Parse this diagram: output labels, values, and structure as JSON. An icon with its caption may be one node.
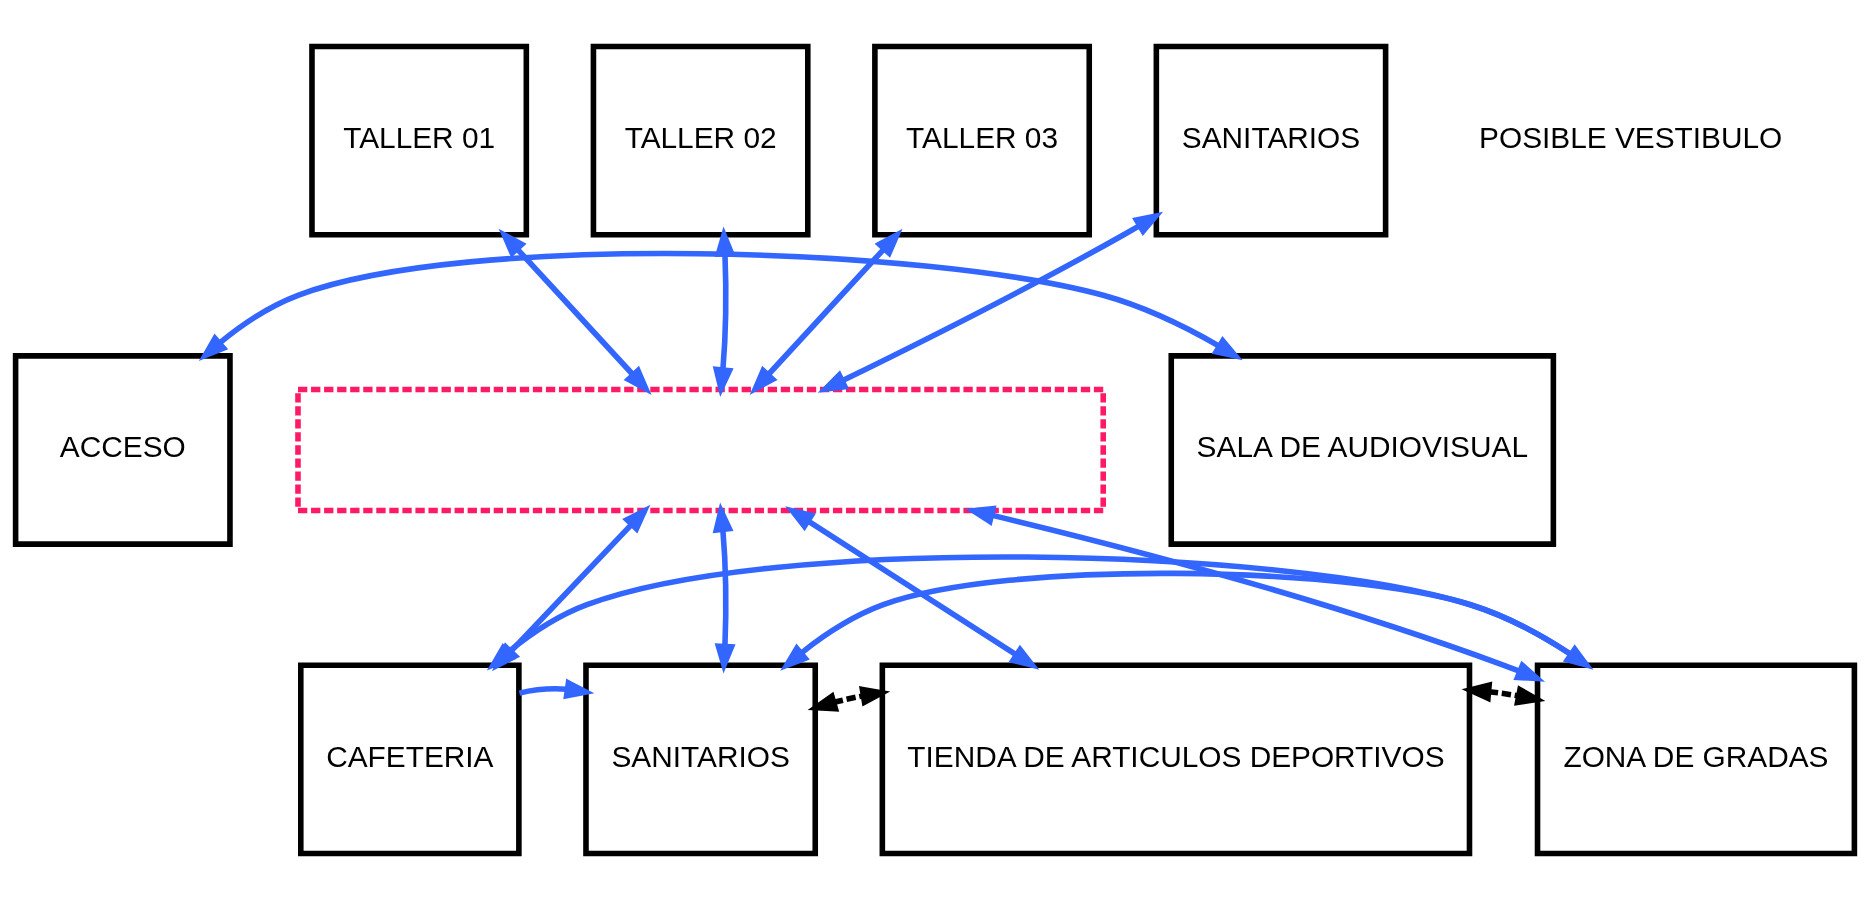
{
  "diagram": {
    "nodes": [
      {
        "text": [
          "ACCESO"
        ]
      },
      {
        "text": [
          "TALLER 01"
        ]
      },
      {
        "text": [
          "TALLER 02"
        ]
      },
      {
        "text": [
          "TALLER 03"
        ]
      },
      {
        "text": [
          "SANITARIOS"
        ]
      },
      {
        "text": [
          "SALA DE AUDIOVISUAL"
        ]
      },
      {
        "text": [],
        "shape": "box"
      },
      {
        "text": [
          "CAFETERIA"
        ]
      },
      {
        "text": [
          "SANITARIOS"
        ]
      },
      {
        "text": [
          "TIENDA DE ARTICULOS DEPORTIVOS"
        ]
      },
      {
        "text": [
          "ZONA DE GRADAS"
        ]
      }
    ],
    "edges": [
      {
        "from": 0,
        "to": 5,
        "arrow": "both"
      },
      {
        "from": 6,
        "to": 1,
        "arrow": "both"
      },
      {
        "from": 6,
        "to": 2,
        "arrow": "both"
      },
      {
        "from": 6,
        "to": 3,
        "arrow": "both"
      },
      {
        "from": 6,
        "to": 4,
        "arrow": "both"
      },
      {
        "from": 6,
        "to": 7,
        "arrow": "both"
      },
      {
        "from": 6,
        "to": 8,
        "arrow": "both"
      },
      {
        "from": 6,
        "to": 9,
        "arrow": "both"
      },
      {
        "from": 6,
        "to": 10,
        "arrow": "both"
      },
      {
        "from": 8,
        "to": 9,
        "arrow": "both",
        "style": "dashed",
        "color": "#000000"
      },
      {
        "from": 9,
        "to": 10,
        "arrow": "both",
        "style": "dashed",
        "color": "#000000"
      },
      {
        "from": 7,
        "to": 10,
        "arrow": "both"
      },
      {
        "from": 7,
        "to": 8,
        "arrow": "to"
      },
      {
        "from": 10,
        "to": 8,
        "arrow": "to"
      }
    ],
    "labels": [
      "POSIBLE VESTIBULO"
    ]
  }
}
